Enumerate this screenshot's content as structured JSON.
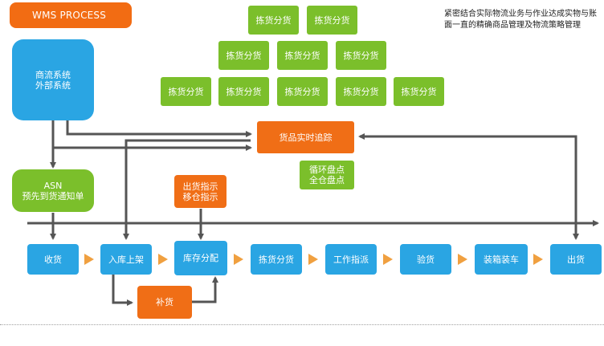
{
  "header": {
    "title": "WMS PROCESS",
    "description": "紧密结合实际物流业务与作业达成实物与账面一直的精确商品管理及物流策略管理"
  },
  "source_system": {
    "line1": "商流系统",
    "line2": "外部系统"
  },
  "asn": {
    "line1": "ASN",
    "line2": "预先到货通知单"
  },
  "tracking": {
    "label": "货品实时追踪"
  },
  "inventory_count": {
    "line1": "循环盘点",
    "line2": "全仓盘点"
  },
  "shipping_instruction": {
    "line1": "出货指示",
    "line2": "移仓指示"
  },
  "replenish": {
    "label": "补货"
  },
  "picking_pyramid": {
    "row1": [
      "拣货分货",
      "拣货分货"
    ],
    "row2": [
      "拣货分货",
      "拣货分货",
      "拣货分货"
    ],
    "row3": [
      "拣货分货",
      "拣货分货",
      "拣货分货",
      "拣货分货",
      "拣货分货"
    ]
  },
  "flow_steps": [
    "收货",
    "入库上架",
    "库存分配",
    "拣货分货",
    "工作指派",
    "验货",
    "装箱装车",
    "出货"
  ],
  "colors": {
    "accent_orange": "#f26c13",
    "flow_blue": "#2aa5e3",
    "picking_green": "#7bbf2b",
    "arrow_gray": "#555555",
    "chevron_orange": "#f0a040"
  }
}
